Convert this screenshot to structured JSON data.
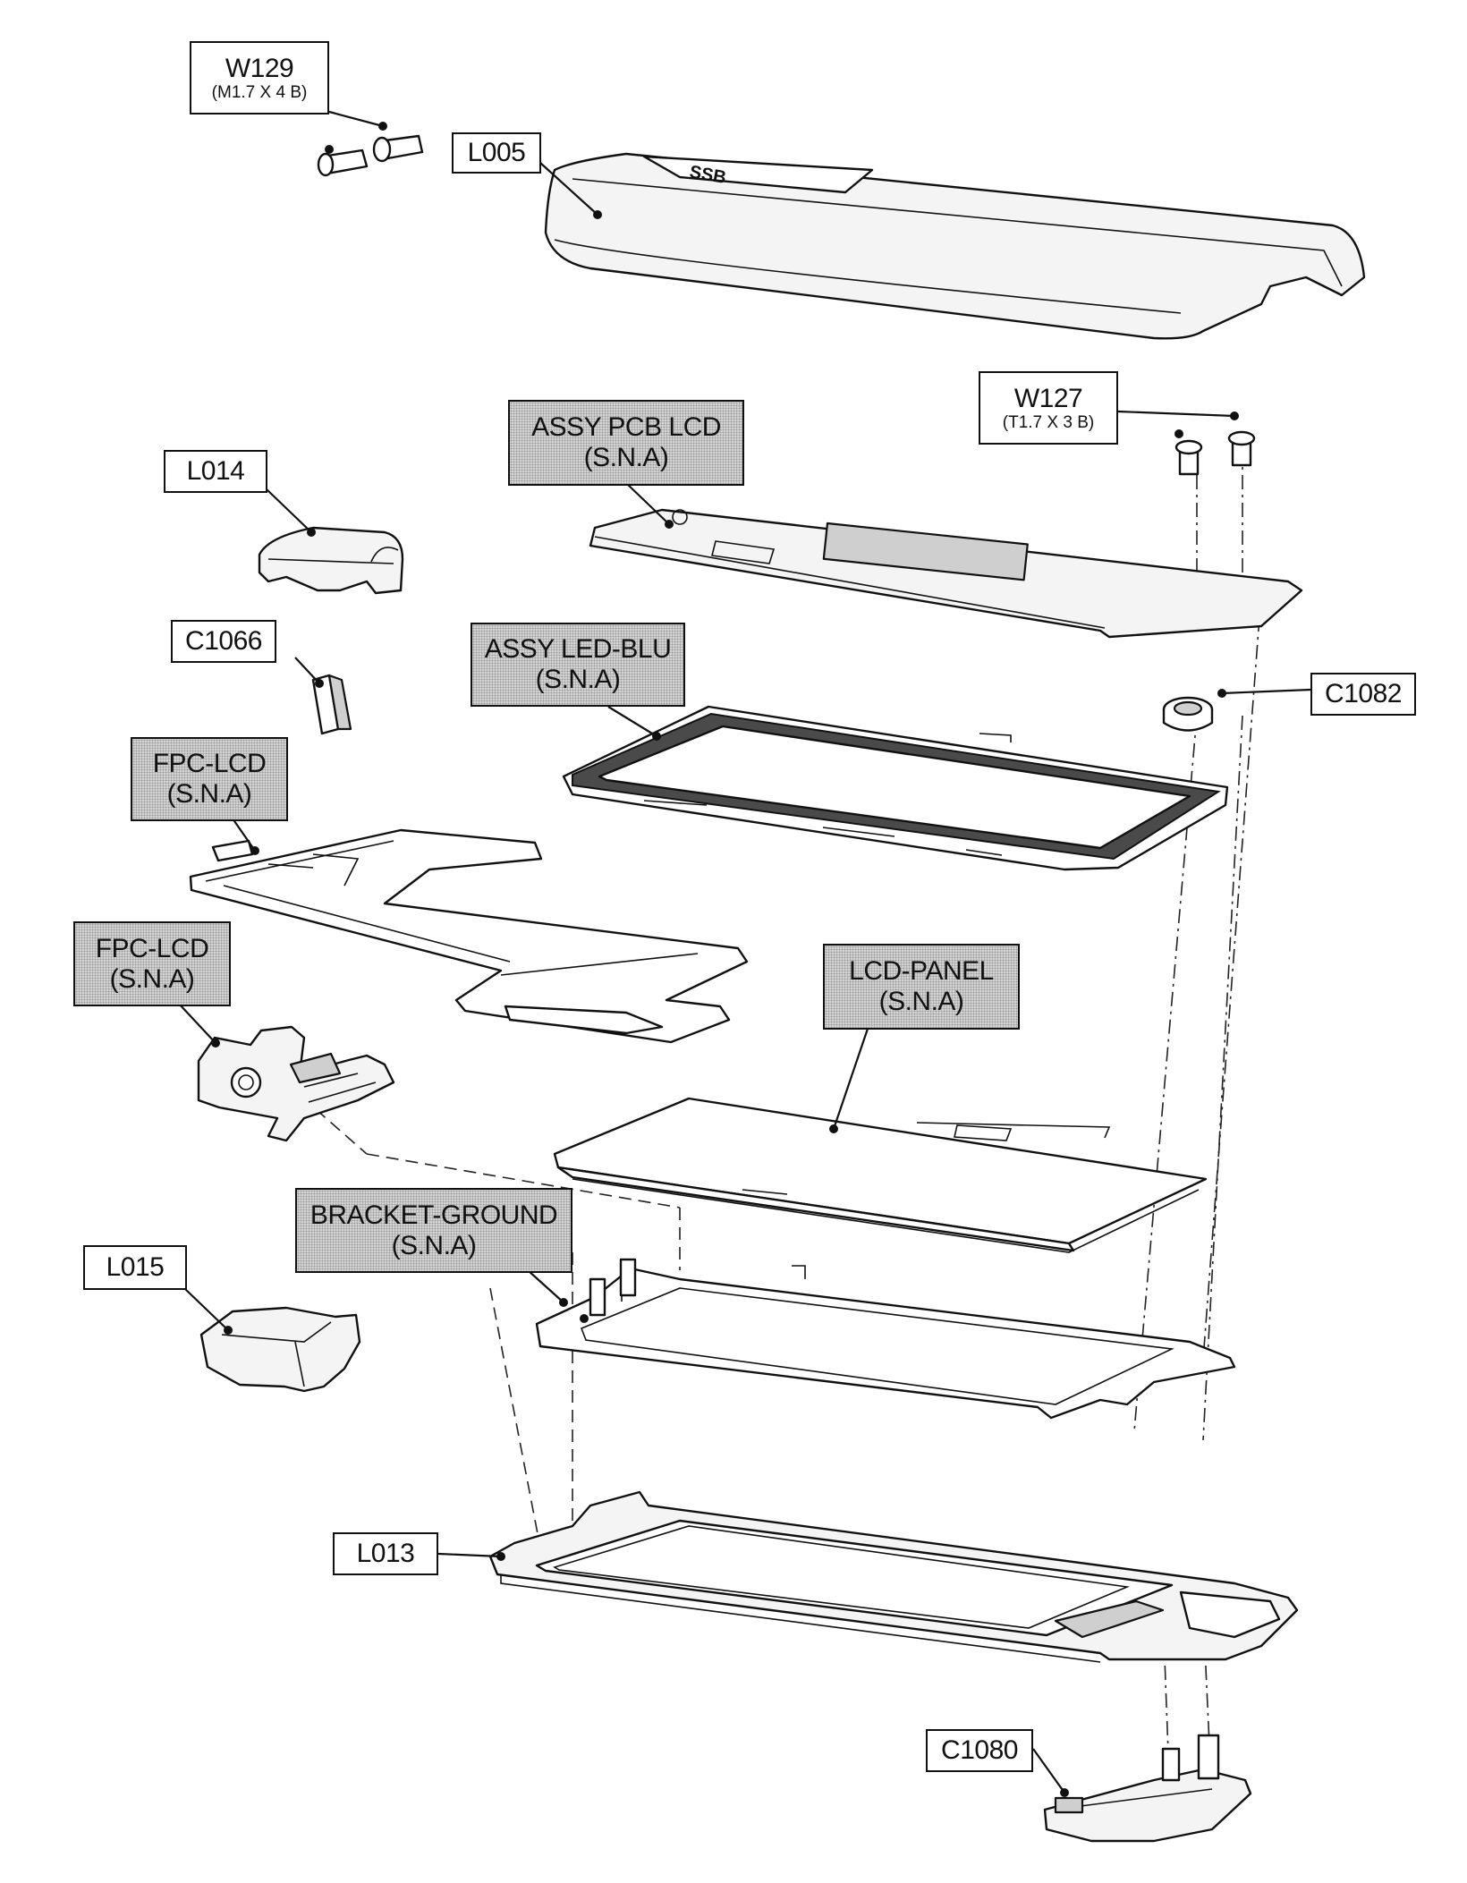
{
  "labels": {
    "w129": {
      "code": "W129",
      "spec": "(M1.7 X 4 B)"
    },
    "l005": {
      "code": "L005"
    },
    "w127": {
      "code": "W127",
      "spec": "(T1.7 X 3 B)"
    },
    "assy_pcb_lcd": {
      "name": "ASSY PCB LCD",
      "note": "(S.N.A)"
    },
    "l014": {
      "code": "L014"
    },
    "c1066": {
      "code": "C1066"
    },
    "assy_led_blu": {
      "name": "ASSY LED-BLU",
      "note": "(S.N.A)"
    },
    "c1082": {
      "code": "C1082"
    },
    "fpc_lcd_1": {
      "name": "FPC-LCD",
      "note": "(S.N.A)"
    },
    "fpc_lcd_2": {
      "name": "FPC-LCD",
      "note": "(S.N.A)"
    },
    "lcd_panel": {
      "name": "LCD-PANEL",
      "note": "(S.N.A)"
    },
    "bracket_ground": {
      "name": "BRACKET-GROUND",
      "note": "(S.N.A)"
    },
    "l015": {
      "code": "L015"
    },
    "l013": {
      "code": "L013"
    },
    "c1080": {
      "code": "C1080"
    }
  },
  "colors": {
    "line": "#111111",
    "shaded_label": "#d6d6d6",
    "background": "#ffffff"
  }
}
